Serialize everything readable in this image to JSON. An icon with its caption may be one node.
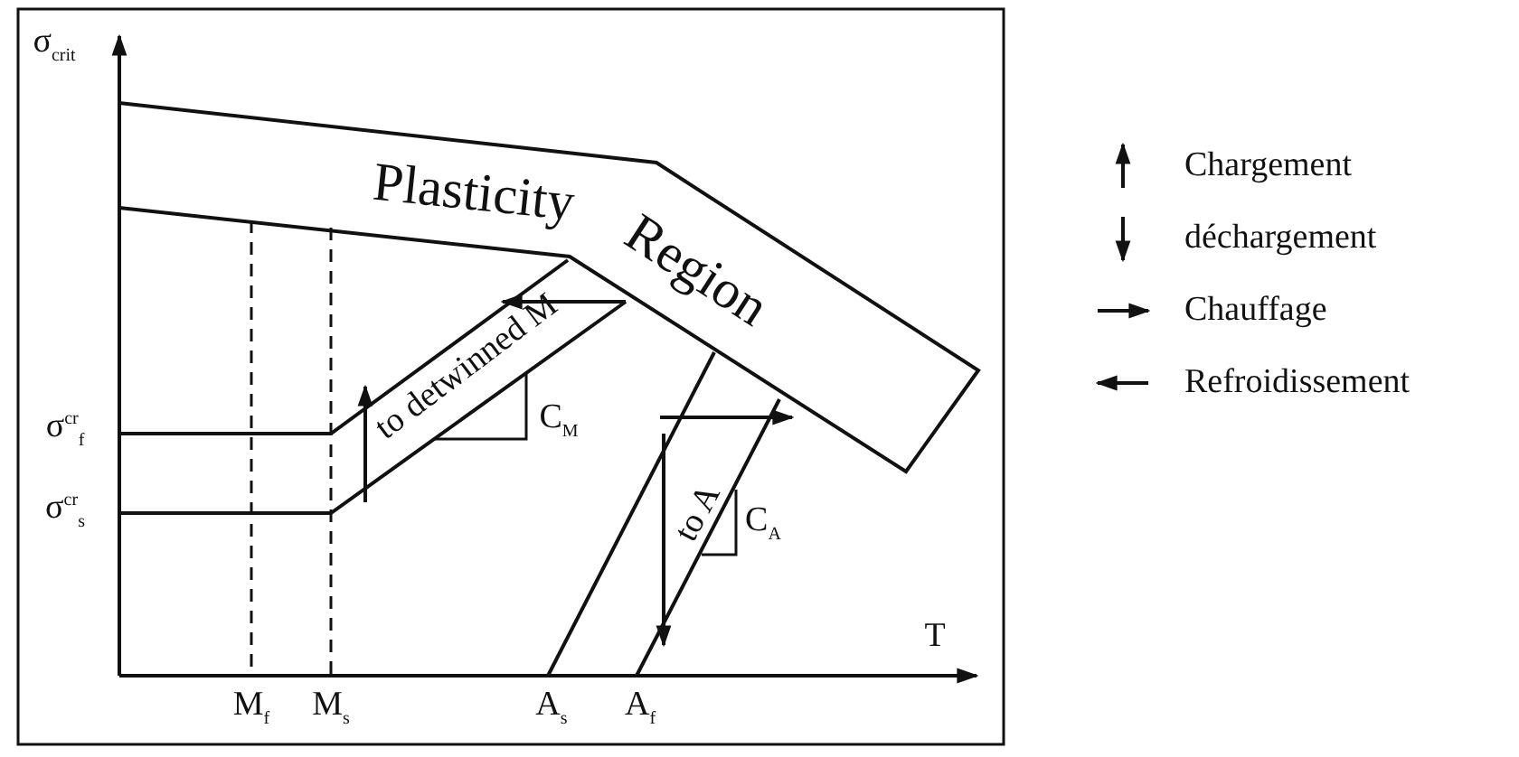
{
  "diagram": {
    "labels": [
      "σ$_{crit}$",
      "Plasticity Region",
      "to detwinned M",
      "σ$^{cr}$$_{f}$",
      "C$_{M}$",
      "σ$^{cr}$$_{s}$",
      "to A",
      "C$_{A}$",
      "T",
      "M$_{f}$",
      "M$_{s}$",
      "A$_{s}$",
      "A$_{f}$"
    ],
    "legend": [
      {
        "text": "Chargement"
      },
      {
        "text": "déchargement"
      },
      {
        "text": "Chauffage"
      },
      {
        "text": "Refroidissement"
      }
    ]
  }
}
